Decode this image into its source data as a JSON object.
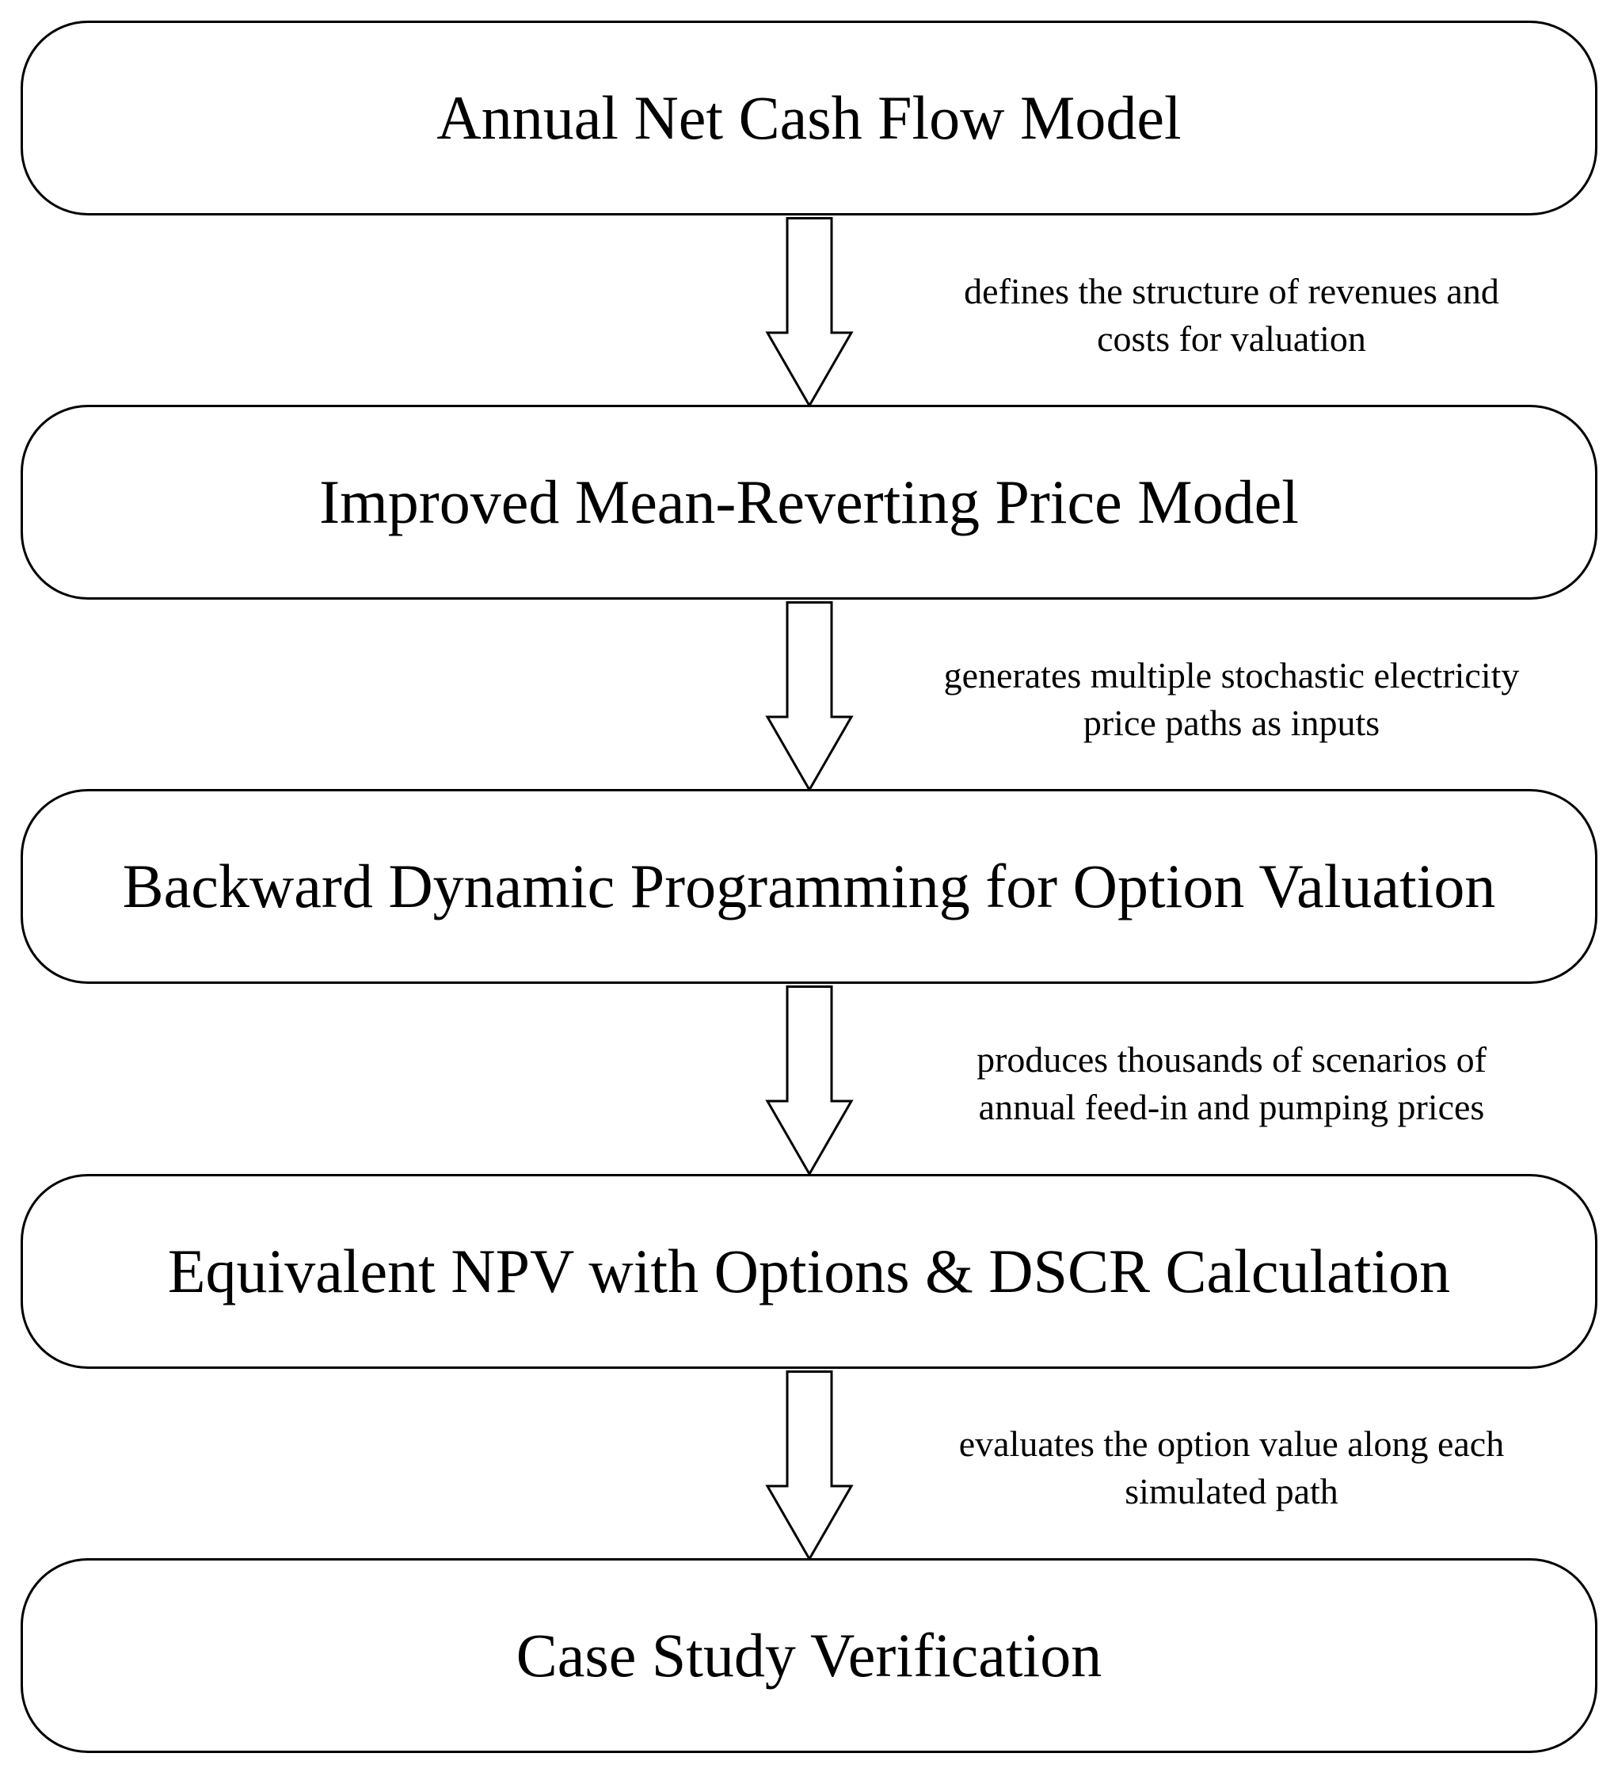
{
  "flowchart": {
    "steps": [
      {
        "label": "Annual Net Cash Flow Model"
      },
      {
        "label": "Improved Mean-Reverting Price Model"
      },
      {
        "label": "Backward Dynamic Programming for Option Valuation"
      },
      {
        "label": "Equivalent NPV with Options & DSCR Calculation"
      },
      {
        "label": "Case Study Verification"
      }
    ],
    "connectors": [
      {
        "line1": "defines the structure of revenues and",
        "line2": "costs for valuation"
      },
      {
        "line1": "generates multiple stochastic electricity",
        "line2": "price paths as inputs"
      },
      {
        "line1": "produces thousands of scenarios of",
        "line2": "annual feed-in and pumping prices"
      },
      {
        "line1": "evaluates the option value along each",
        "line2": "simulated path"
      }
    ],
    "colors": {
      "stroke": "#000000",
      "fill": "#ffffff"
    }
  }
}
